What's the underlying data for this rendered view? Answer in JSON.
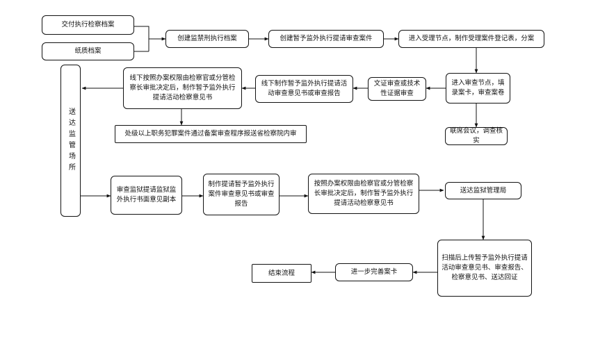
{
  "nodes": {
    "n_jiaofu": "交付执行检察档案",
    "n_zhizhi": "纸质档案",
    "n_jianku": "创建监禁刑执行档案",
    "n_zanyu": "创建暂予监外执行提请审查案件",
    "n_shouli": "进入受理节点，制作受理案件登记表，分案",
    "n_shencha": "进入审查节点，填录案卡，审查案卷",
    "n_wenzheng": "文证审查或技术性证据审查",
    "n_xiazhizuo": "线下制作暂予监外执行提请活动审查意见书或审查报告",
    "n_xiaquan": "线下按照办案权限由检察官或分管检察长审批决定后，制作暂予监外执行提请活动检察意见书",
    "n_chuji": "处级以上职务犯罪案件通过备案审查程序报送省检察院内审",
    "n_lianxi": "联席会议，调查核实",
    "n_songda": "送达监管场所",
    "n_shenjian": "审查监狱提请监狱监外执行书面意见副本",
    "n_zhiti": "制作提请暂予监外执行案件审查意见书或审查报告",
    "n_anzhao": "按照办案权限由检察官或分管检察长审批决定后，制作暂予监外执行提请活动检察意见书",
    "n_jianyu": "送达监狱管理局",
    "n_saomiao": "扫描后上传暂予监外执行提请活动审查意见书、审查报告、检察意见书、送达回证",
    "n_wanshan": "进一步完善案卡",
    "n_jieshu": "结束流程"
  }
}
